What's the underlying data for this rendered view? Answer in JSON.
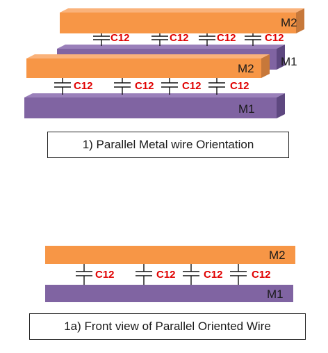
{
  "colors": {
    "m2_fill": "#F79646",
    "m2_top": "#FAB27A",
    "m2_side": "#C7783A",
    "m1_fill": "#8064A2",
    "m1_top": "#9A80BA",
    "m1_side": "#5E4880",
    "cap_label": "#E00000"
  },
  "perspective_view": {
    "back_group": {
      "top_wire": "M2",
      "bottom_wire": "M1",
      "capacitors": [
        "C12",
        "C12",
        "C12",
        "C12"
      ]
    },
    "front_group": {
      "top_wire": "M2",
      "bottom_wire": "M1",
      "capacitors": [
        "C12",
        "C12",
        "C12",
        "C12"
      ]
    },
    "caption": "1) Parallel Metal wire Orientation"
  },
  "front_view": {
    "top_wire": "M2",
    "bottom_wire": "M1",
    "capacitors": [
      "C12",
      "C12",
      "C12",
      "C12"
    ],
    "caption": "1a) Front view of Parallel Oriented Wire"
  }
}
